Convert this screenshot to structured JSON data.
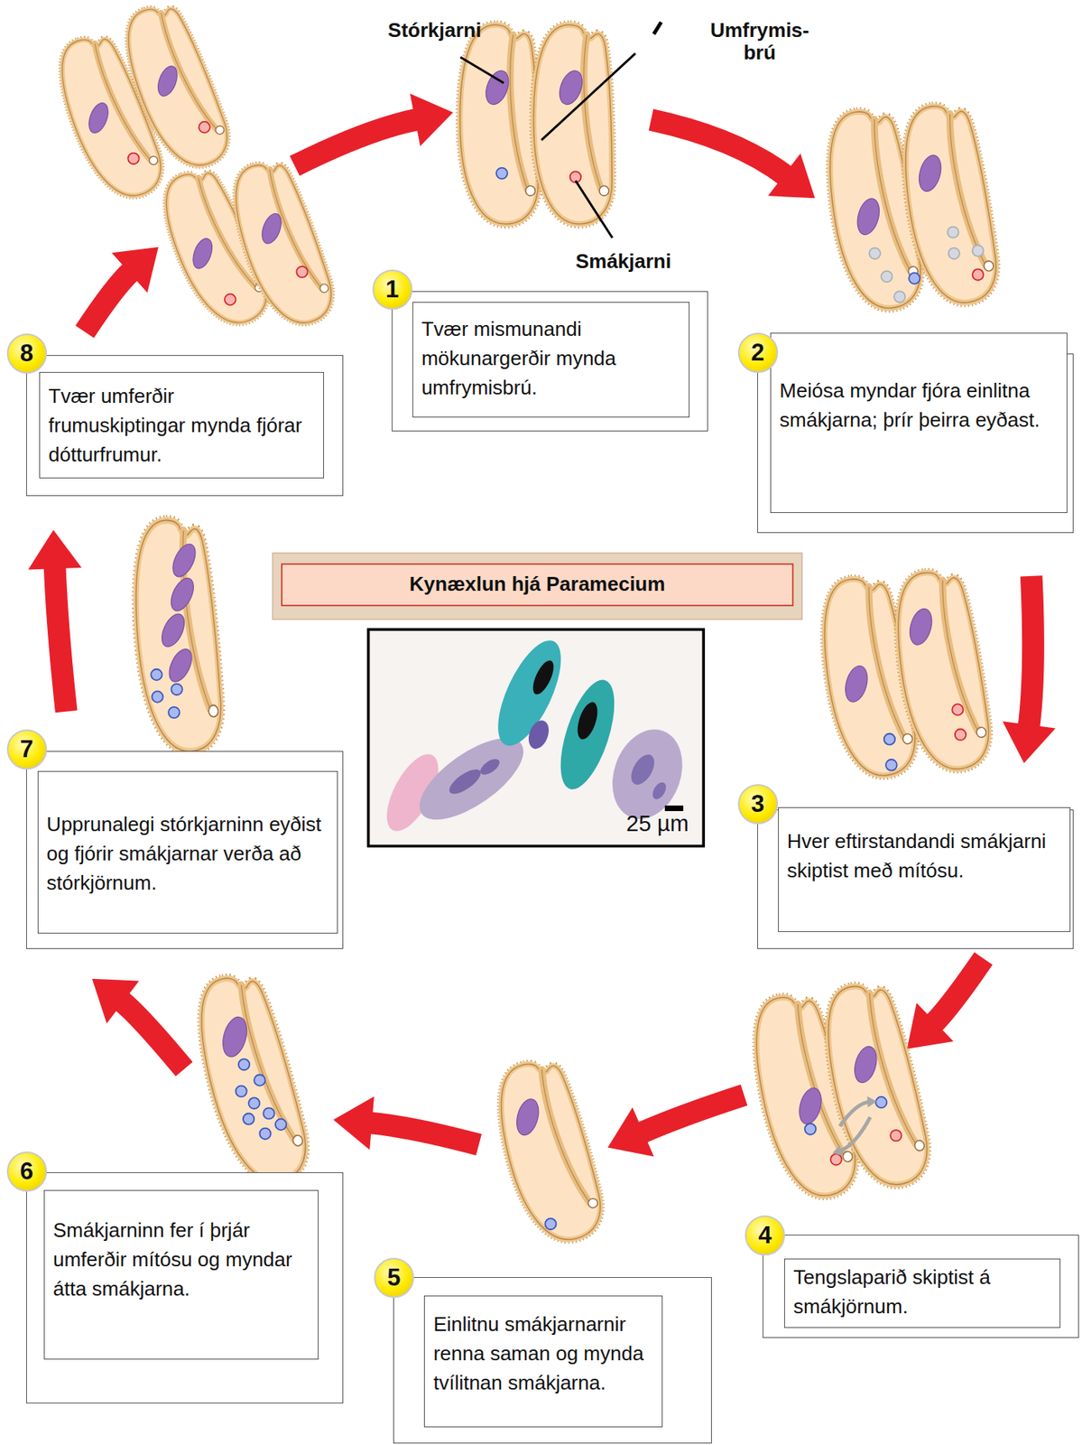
{
  "diagram": {
    "title": "Kynæxlun hjá Paramecium",
    "nodes": [
      {
        "text": [
          "1",
          "Tvær mismunandi mökunargerðir mynda umfrymisbrú."
        ]
      },
      {
        "text": [
          "2",
          "Meiósa myndar fjóra einlitna smákjarna; þrír þeirra eyðast."
        ]
      },
      {
        "text": [
          "3",
          "Hver eftirstandandi smákjarni skiptist með mítósu."
        ]
      },
      {
        "text": [
          "4",
          "Tengslaparið skiptist á smákjörnum."
        ]
      },
      {
        "text": [
          "5",
          "Einlitnu smákjarnarnir renna saman og mynda tvílitnan smákjarna."
        ]
      },
      {
        "text": [
          "6",
          "Smákjarninn fer í þrjár umferðir mítósu og myndar átta smákjarna."
        ]
      },
      {
        "text": [
          "7",
          "Upprunalegi stórkjarninn eyðist og fjórir smákjarnar verða að stórkjörnum."
        ]
      },
      {
        "text": [
          "8",
          "Tvær umferðir frumuskiptingar mynda fjórar dótturfrumur."
        ]
      }
    ],
    "labels": [
      "Stórkjarni",
      "Umfrymis- brú",
      "Smákjarni",
      "25 µm"
    ]
  }
}
